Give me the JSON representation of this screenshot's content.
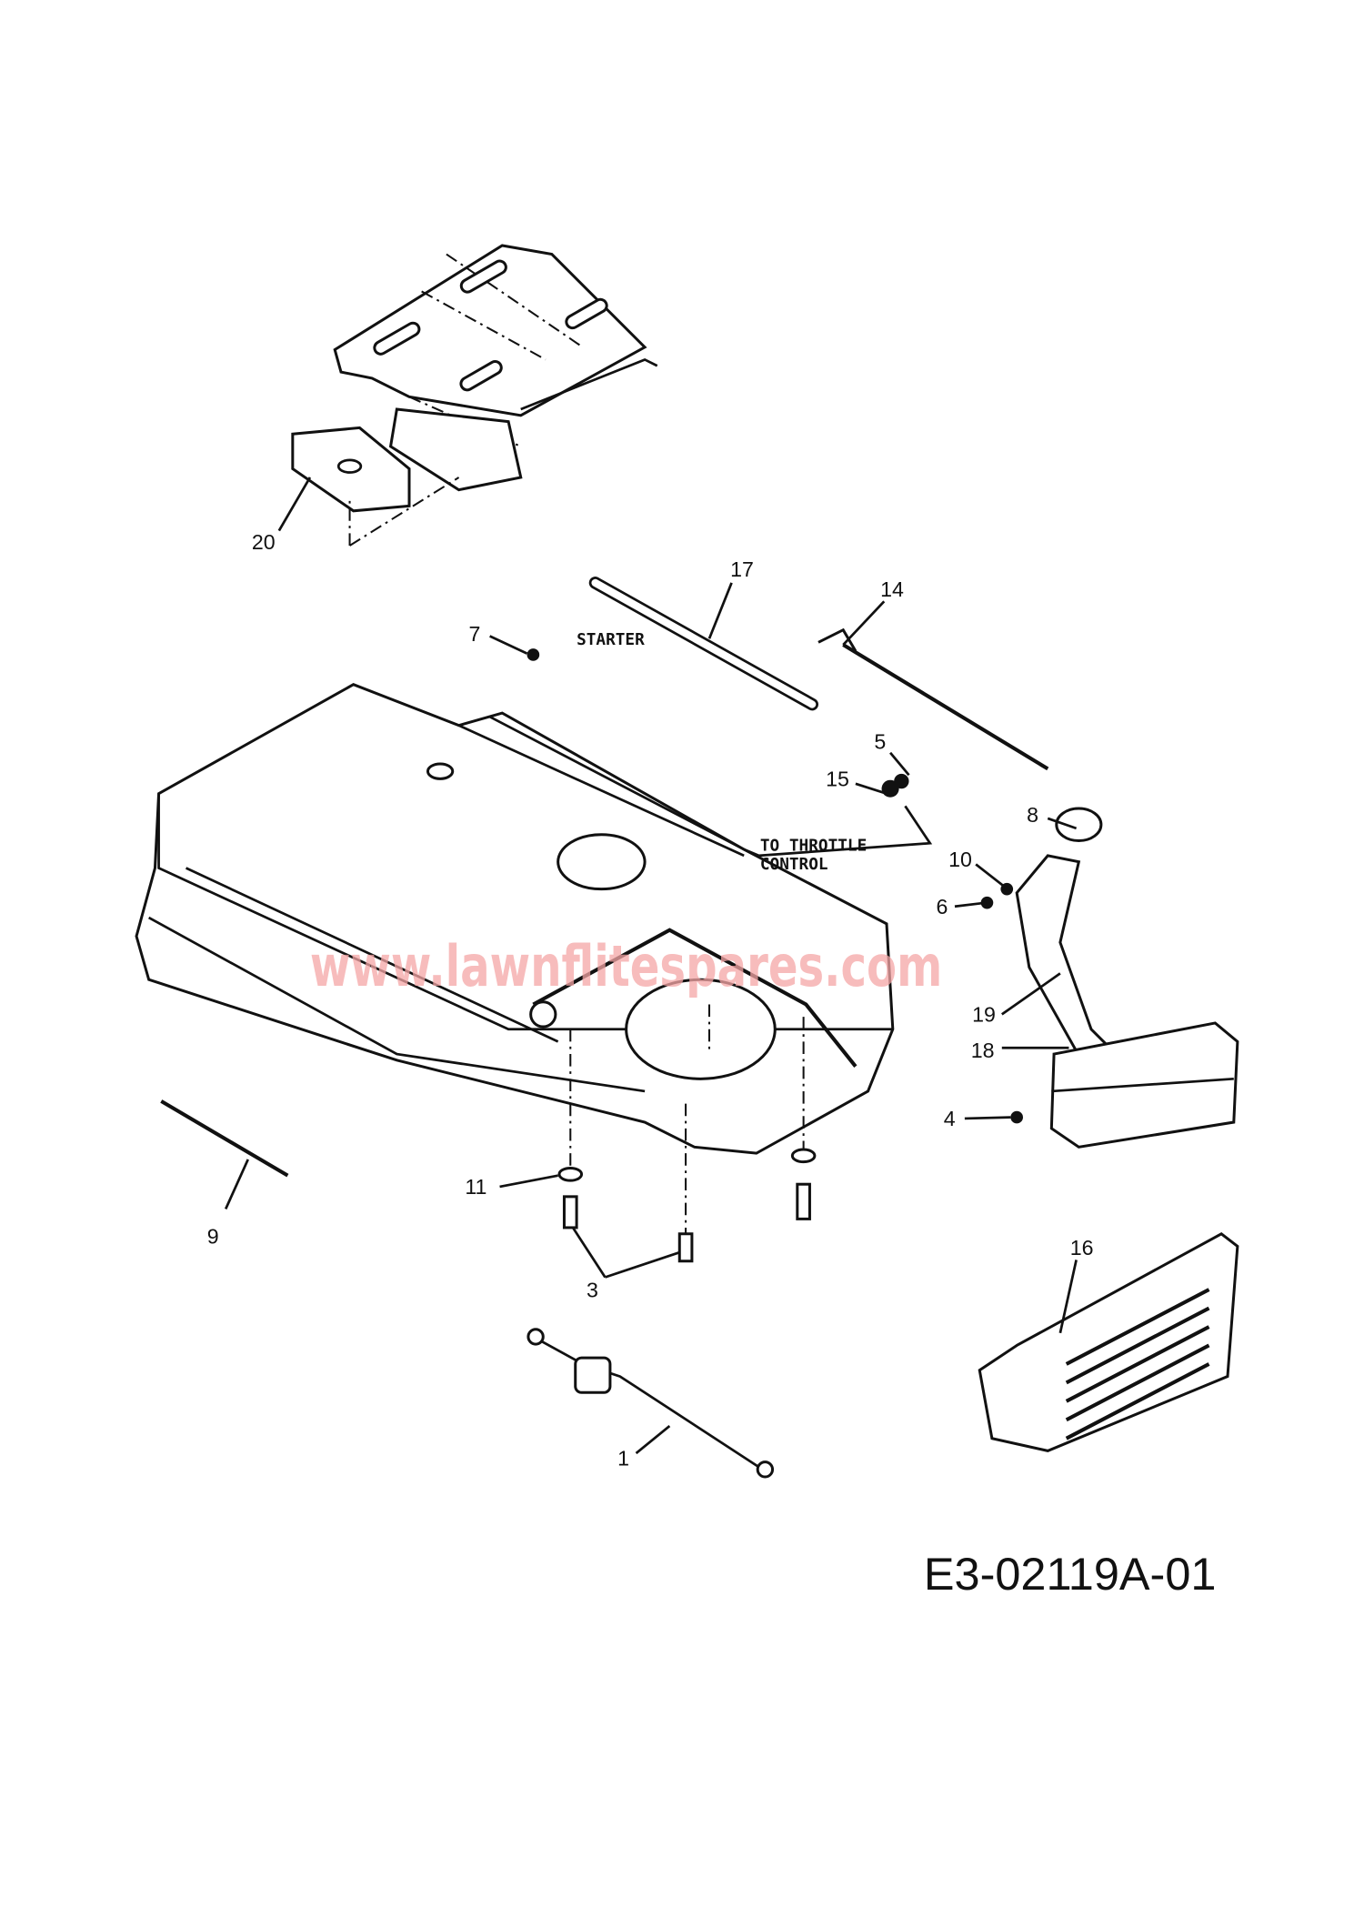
{
  "diagram": {
    "drawing_code": "E3-02119A-01",
    "watermark": "www.lawnflitespares.com",
    "annotations": {
      "starter": "STARTER",
      "throttle_line1": "TO THROTTLE",
      "throttle_line2": "CONTROL"
    },
    "callouts": [
      "1",
      "3",
      "4",
      "5",
      "6",
      "7",
      "8",
      "9",
      "10",
      "11",
      "14",
      "15",
      "16",
      "17",
      "18",
      "19",
      "20"
    ]
  }
}
